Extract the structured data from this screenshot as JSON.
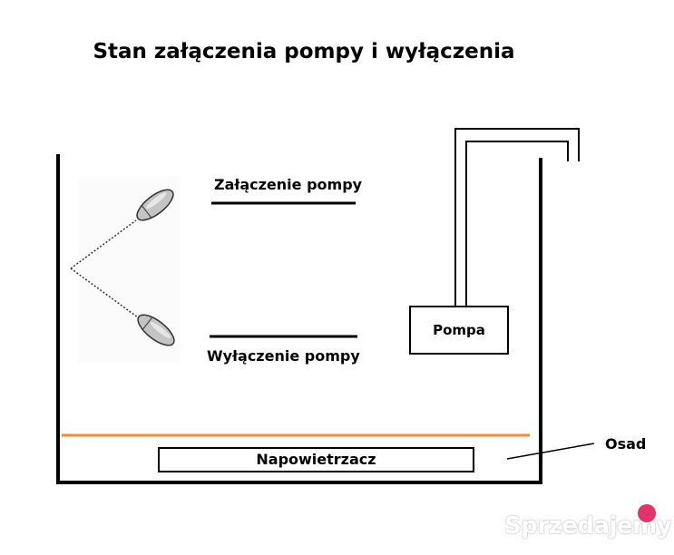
{
  "diagram": {
    "title": "Stan załączenia pompy i wyłączenia",
    "labels": {
      "pump_on": "Załączenie pompy",
      "pump_off": "Wyłączenie pompy",
      "pump": "Pompa",
      "aerator": "Napowietrzacz",
      "sediment": "Osad"
    },
    "colors": {
      "lines": "#000000",
      "sediment_line": "#f08a3a",
      "float": "#b8b8b8"
    }
  },
  "watermark": {
    "text": "Sprzedajemy",
    "badge_color": "#e2336b"
  }
}
